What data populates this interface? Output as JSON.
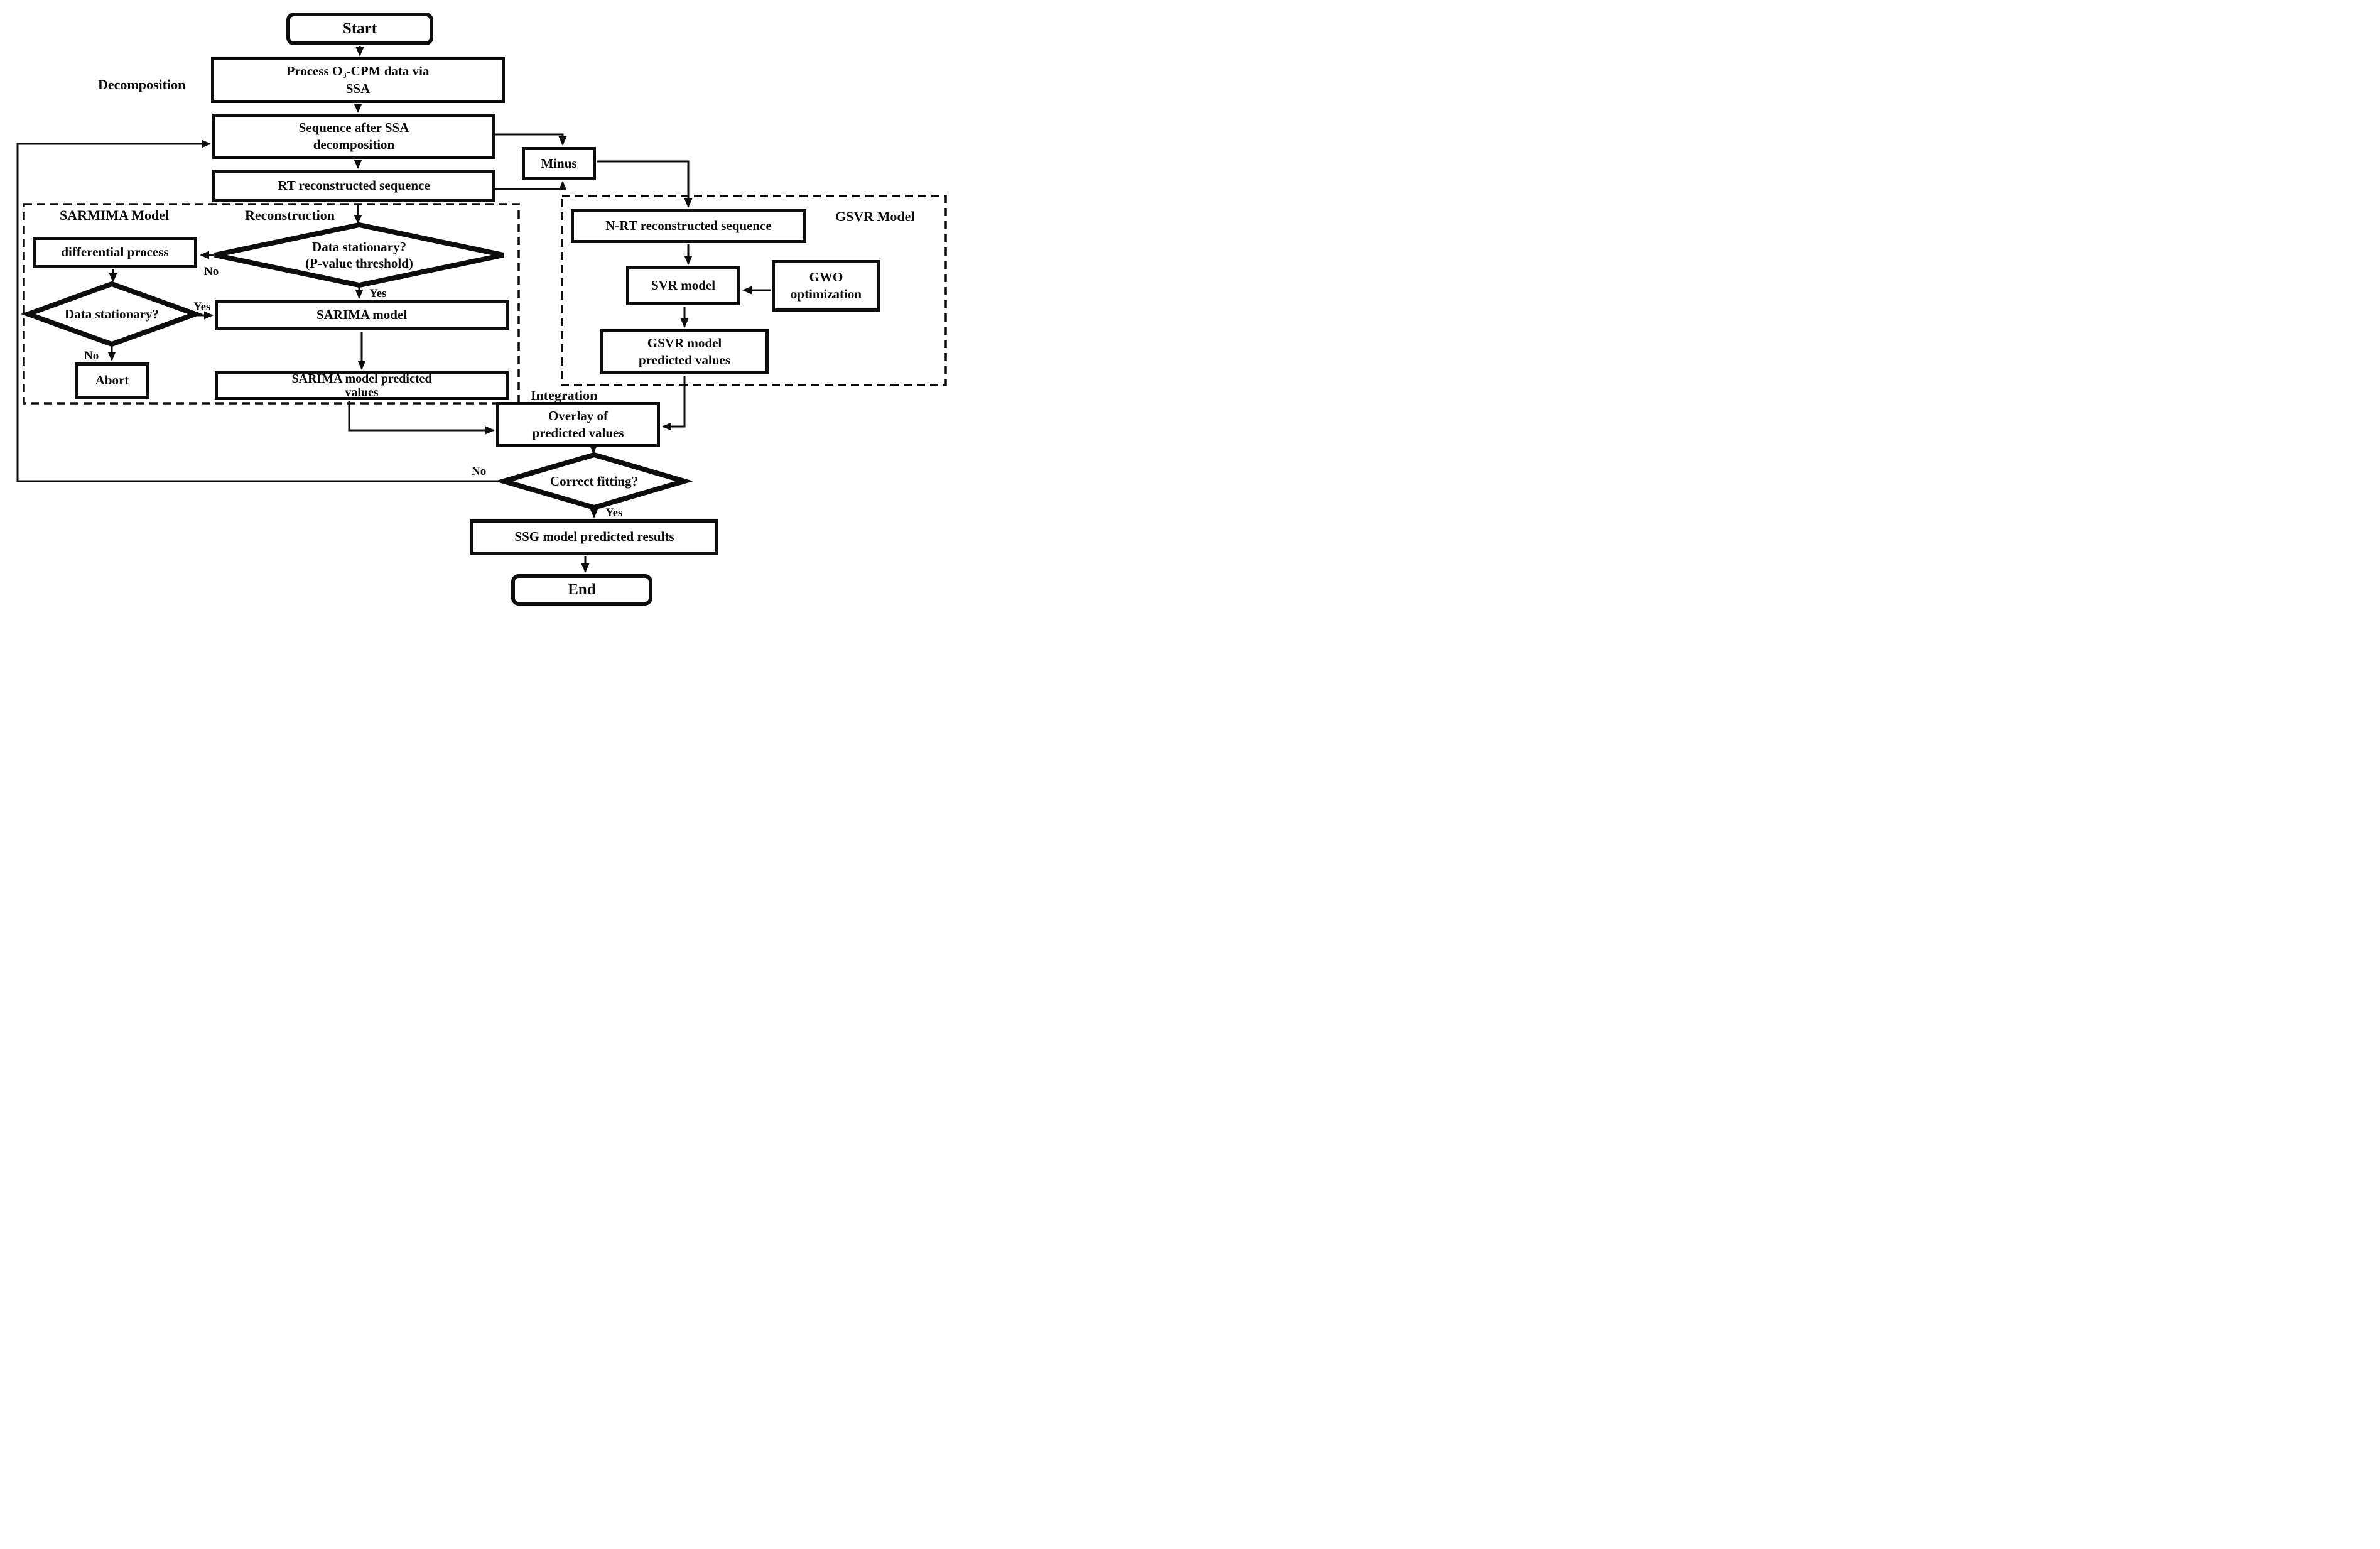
{
  "diagram_title": "SSG model flowchart",
  "colors": {
    "ink": "#0d0d0d",
    "background": "#ffffff"
  },
  "sections": {
    "decomposition": "Decomposition",
    "reconstruction": "Reconstruction",
    "integration": "Integration",
    "sarmima_region": "SARMIMA Model",
    "gsvr_region": "GSVR Model"
  },
  "nodes": {
    "start": "Start",
    "process": {
      "line1": "Process O₃-CPM data via",
      "line2": "SSA"
    },
    "sequence": {
      "line1": "Sequence after SSA",
      "line2": "decomposition"
    },
    "rt": "RT reconstructed sequence",
    "minus": "Minus",
    "stationary_main": {
      "line1": "Data stationary?",
      "line2": "(P-value threshold)"
    },
    "differential": "differential process",
    "stationary_diff": "Data stationary?",
    "abort": "Abort",
    "sarima": "SARIMA model",
    "sarima_pred": {
      "line1": "SARIMA model predicted",
      "line2": "values"
    },
    "nrt": "N-RT reconstructed sequence",
    "svr": "SVR model",
    "gwo": {
      "line1": "GWO",
      "line2": "optimization"
    },
    "gsvr_pred": {
      "line1": "GSVR model",
      "line2": "predicted values"
    },
    "overlay": {
      "line1": "Overlay of",
      "line2": "predicted values"
    },
    "fitting": "Correct fitting?",
    "ssg": "SSG model predicted results",
    "end": "End"
  },
  "edge_labels": {
    "no_main": "No",
    "yes_main": "Yes",
    "yes_diff": "Yes",
    "no_diff": "No",
    "no_fitting": "No",
    "yes_fitting": "Yes"
  }
}
